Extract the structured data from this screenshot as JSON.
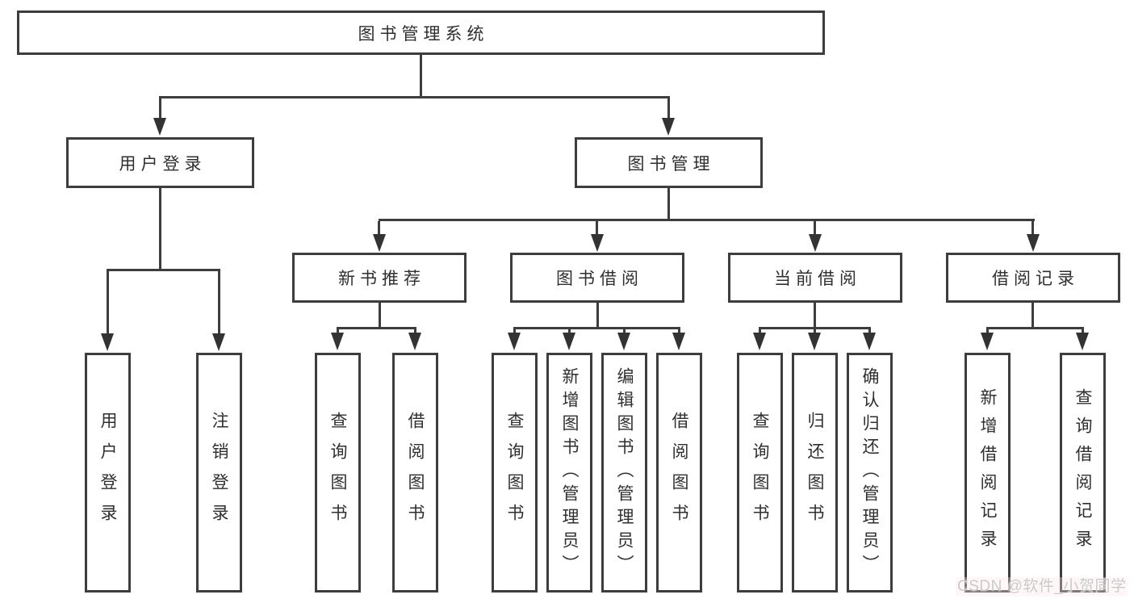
{
  "diagram": {
    "title": "图书管理系统",
    "level2": {
      "user_login": "用户登录",
      "book_mgmt": "图书管理"
    },
    "level3": {
      "new_books": "新书推荐",
      "book_borrow": "图书借阅",
      "current_borrow": "当前借阅",
      "borrow_records": "借阅记录"
    },
    "leaves": {
      "login": "用户登录",
      "logout": "注销登录",
      "nb_query": "查询图书",
      "nb_borrow": "借阅图书",
      "bb_query": "查询图书",
      "bb_add": "新增图书（管理员）",
      "bb_edit": "编辑图书（管理员）",
      "bb_borrow": "借阅图书",
      "cb_query": "查询图书",
      "cb_return": "归还图书",
      "cb_confirm": "确认归还（管理员）",
      "br_add": "新增借阅记录",
      "br_query": "查询借阅记录"
    }
  },
  "watermark": {
    "text": "CSDN @软件_小贺同学"
  },
  "colors": {
    "line": "#3d3d3d",
    "arrow": "#333333",
    "text": "#2f2f2f",
    "box_background": "#ffffff",
    "watermark_text": "#c9c9c9"
  }
}
